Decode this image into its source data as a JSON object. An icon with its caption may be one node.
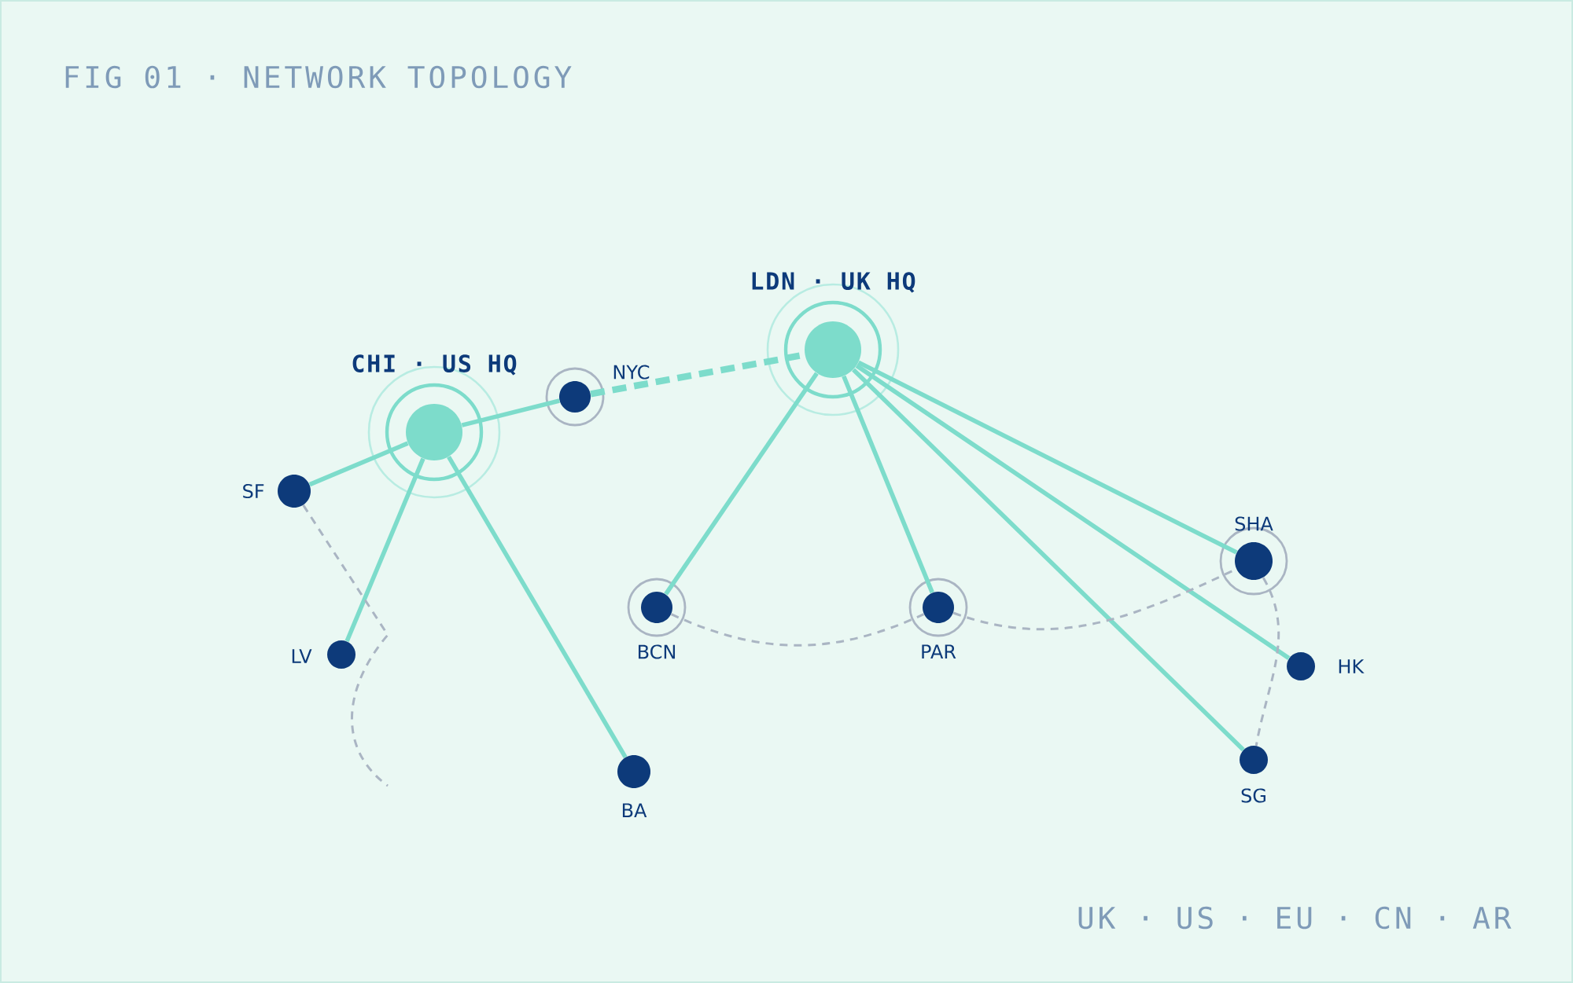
{
  "diagram": {
    "title": "FIG 01 · NETWORK TOPOLOGY",
    "nodes": [
      {
        "text": [
          "CHI · US HQ"
        ]
      },
      {
        "text": [
          "NYC"
        ]
      },
      {
        "text": [
          "LDN · UK HQ"
        ]
      },
      {
        "text": [
          "SF"
        ]
      },
      {
        "text": [
          "SHA"
        ]
      },
      {
        "text": [
          "LV"
        ]
      },
      {
        "text": [
          "BCN"
        ]
      },
      {
        "text": [
          "PAR"
        ]
      },
      {
        "text": [
          "HK"
        ]
      },
      {
        "text": [
          "SG"
        ]
      },
      {
        "text": [
          "BA"
        ]
      }
    ],
    "edges": [
      {
        "from": 0,
        "to": 1,
        "arrow": "none"
      },
      {
        "from": 1,
        "to": 2,
        "arrow": "none",
        "style": "dashed"
      },
      {
        "from": 0,
        "to": 3,
        "arrow": "none"
      },
      {
        "from": 0,
        "to": 5,
        "arrow": "none"
      },
      {
        "from": 0,
        "to": 10,
        "arrow": "none"
      },
      {
        "from": 2,
        "to": 6,
        "arrow": "none"
      },
      {
        "from": 2,
        "to": 7,
        "arrow": "none"
      },
      {
        "from": 2,
        "to": 4,
        "arrow": "none"
      },
      {
        "from": 2,
        "to": 8,
        "arrow": "none"
      },
      {
        "from": 2,
        "to": 9,
        "arrow": "none"
      },
      {
        "from": 3,
        "to": null,
        "arrow": "none",
        "style": "dashed",
        "color": "#aab5c3"
      },
      {
        "from": 6,
        "to": 7,
        "arrow": "none",
        "style": "dashed",
        "color": "#aab5c3"
      },
      {
        "from": 7,
        "to": 4,
        "arrow": "none",
        "style": "dashed",
        "color": "#aab5c3"
      },
      {
        "from": 4,
        "to": 9,
        "arrow": "none",
        "style": "dashed",
        "color": "#aab5c3"
      }
    ],
    "labels": [
      "UK · US · EU · CN · AR"
    ]
  }
}
